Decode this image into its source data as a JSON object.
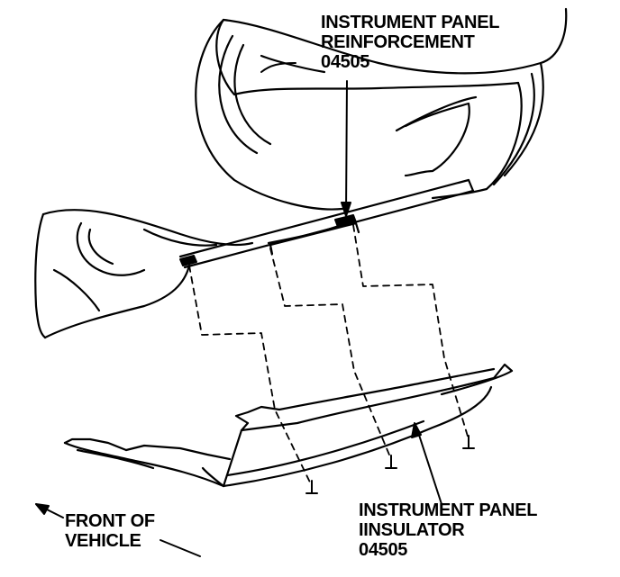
{
  "labels": {
    "reinforcement": [
      "INSTRUMENT PANEL",
      "REINFORCEMENT",
      "04505"
    ],
    "insulator": [
      "INSTRUMENT PANEL",
      "IINSULATOR",
      "04505"
    ],
    "front": [
      "FRONT OF",
      "VEHICLE"
    ]
  },
  "colors": {
    "ink": "#000000",
    "paper": "#ffffff"
  }
}
